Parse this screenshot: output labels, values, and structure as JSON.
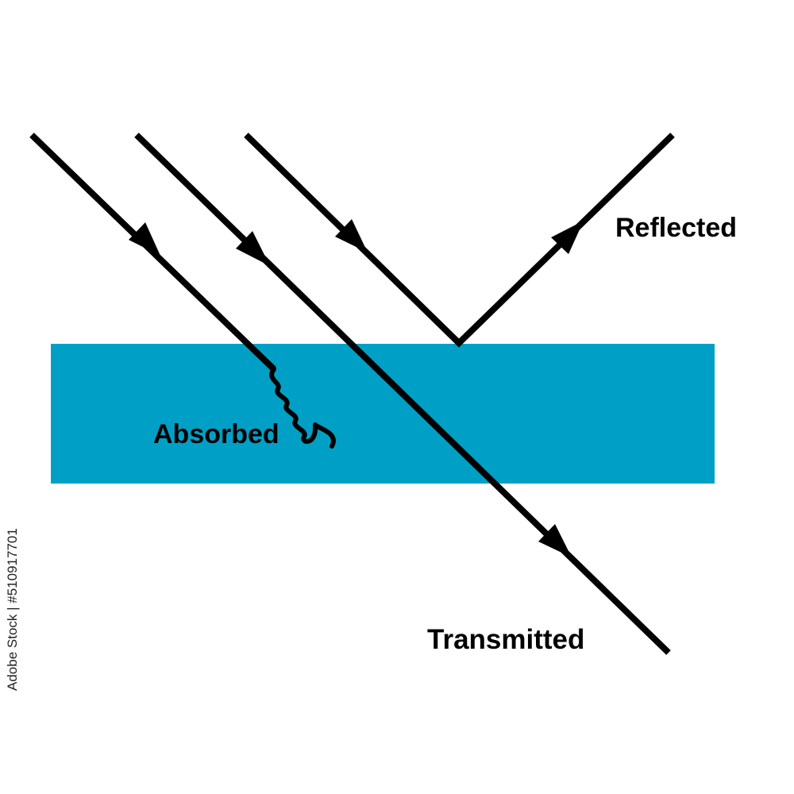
{
  "labels": {
    "reflected": "Reflected",
    "absorbed": "Absorbed",
    "transmitted": "Transmitted"
  },
  "stock_id": "Adobe Stock | #510917701",
  "colors": {
    "medium": "#00a0c6",
    "ray": "#000000",
    "background": "#ffffff"
  }
}
